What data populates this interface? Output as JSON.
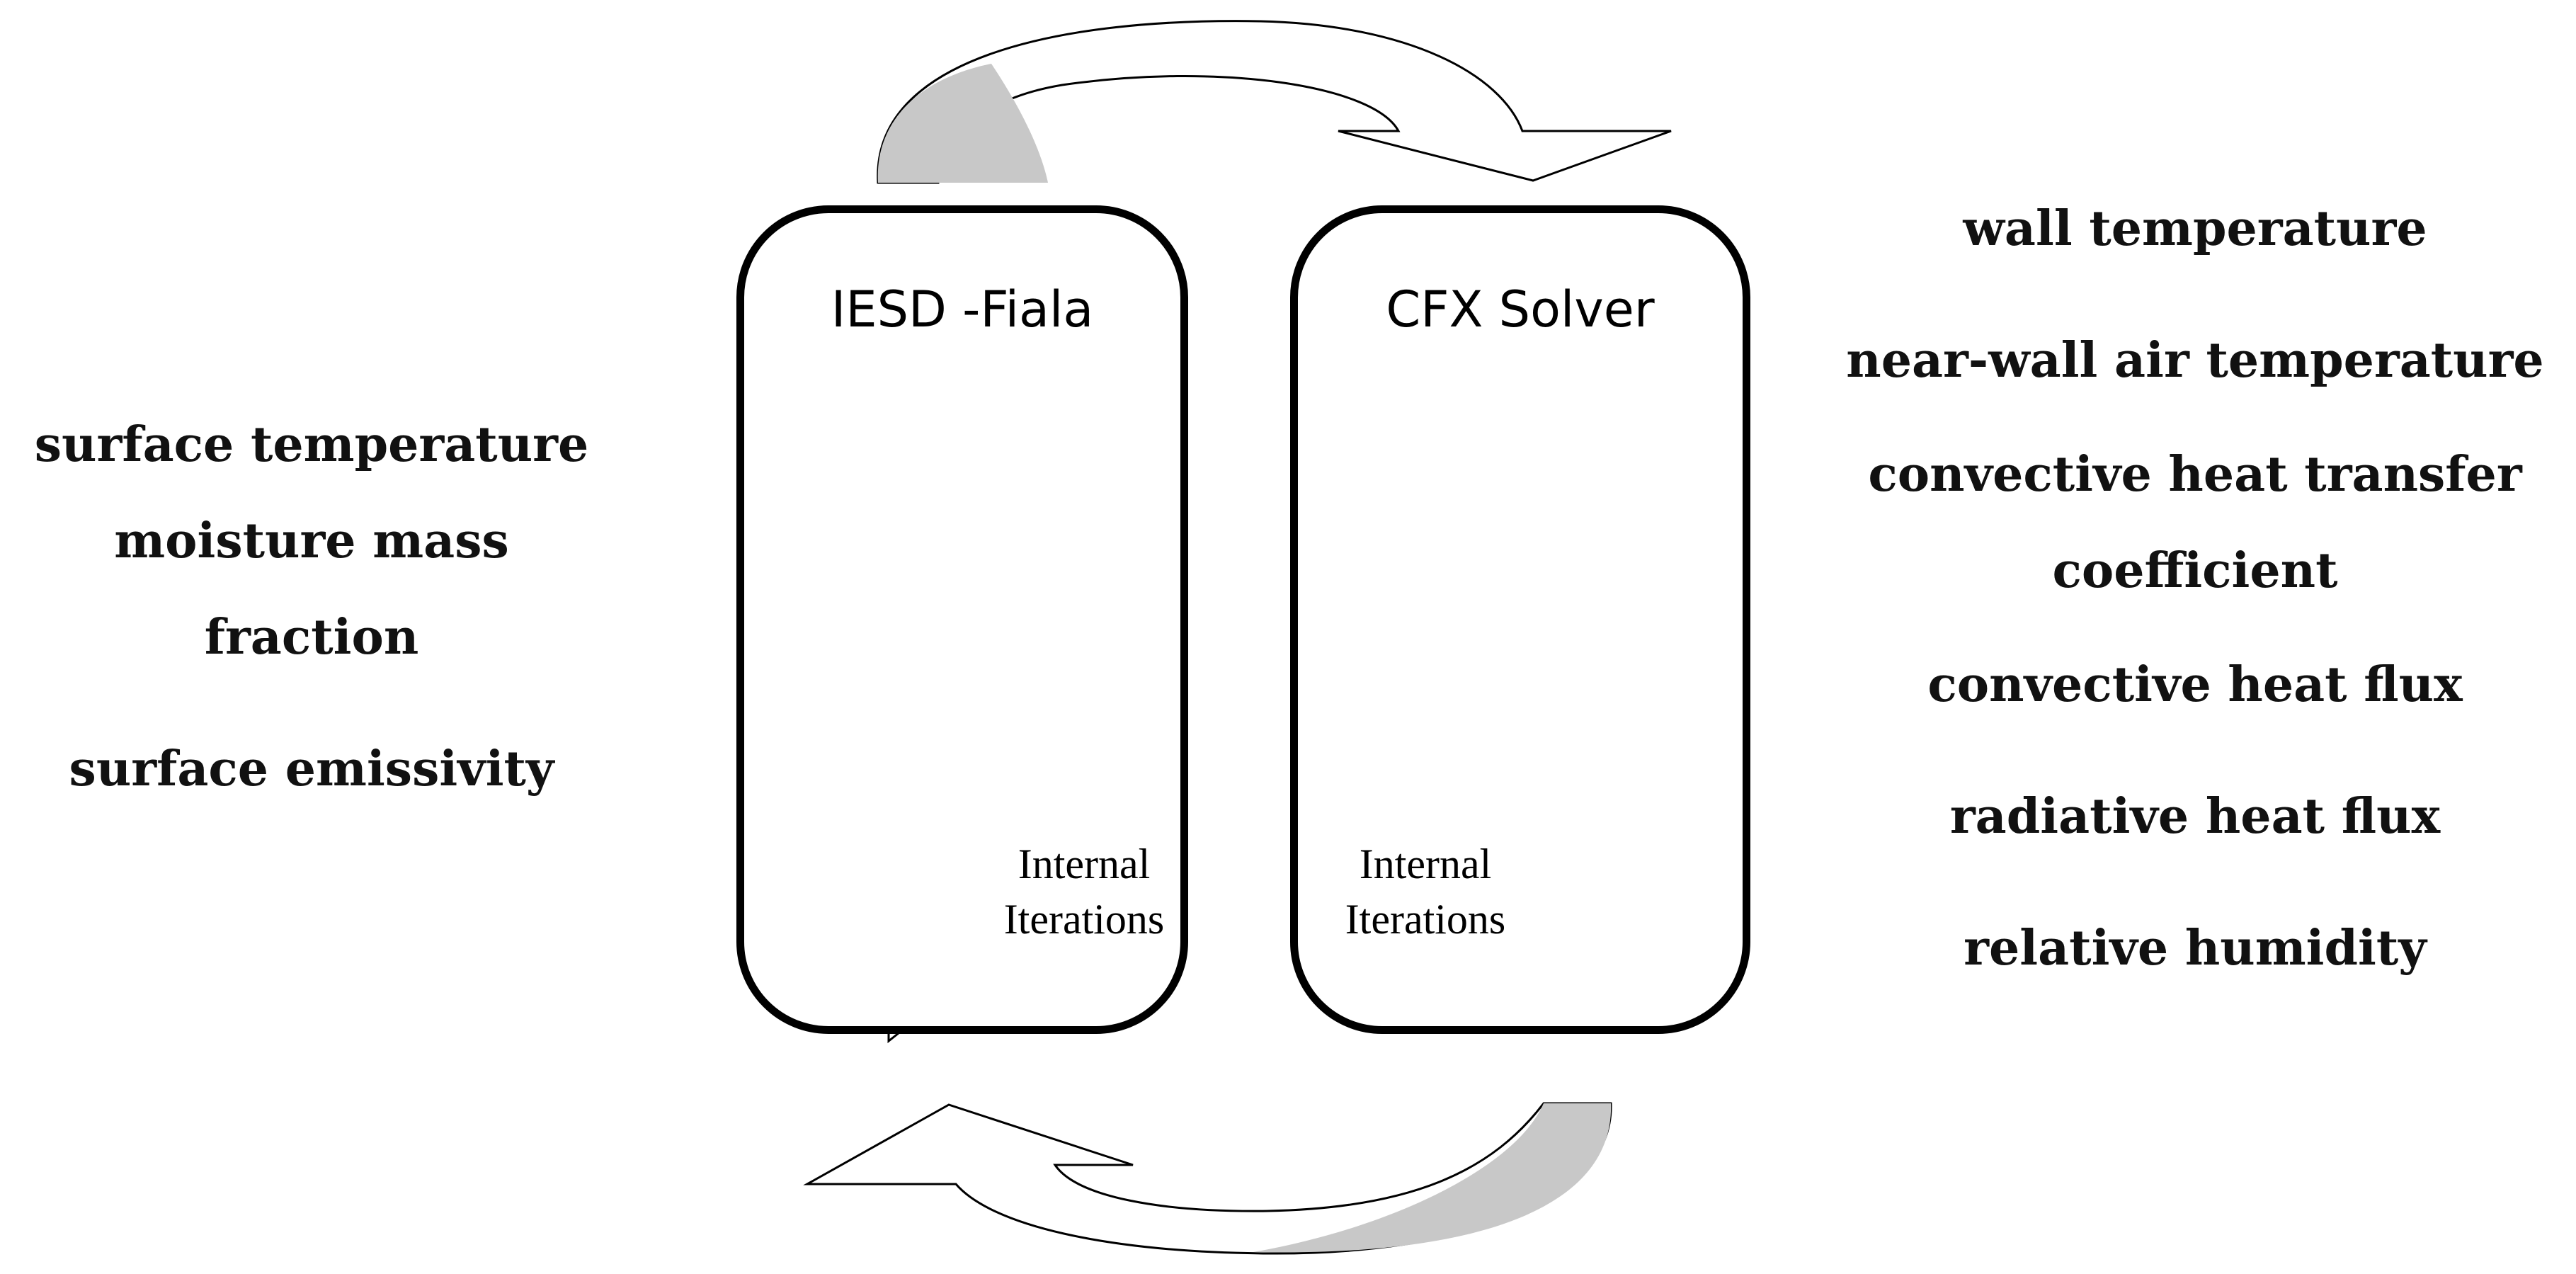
{
  "left_box": {
    "title": "IESD  -Fiala",
    "internal_label_1": "Internal",
    "internal_label_2": "Iterations"
  },
  "right_box": {
    "title": "CFX Solver",
    "internal_label_1": "Internal",
    "internal_label_2": "Iterations"
  },
  "left_variables": [
    "surface temperature",
    "moisture mass",
    "fraction",
    "surface emissivity"
  ],
  "right_variables": [
    "wall temperature",
    "near-wall air temperature",
    "convective heat transfer",
    "coefficient",
    "convective heat flux",
    "radiative heat flux",
    "relative humidity"
  ],
  "colors": {
    "box_border": "#000000",
    "arrow_shade": "#c8c8c8",
    "body_pink": "#f4a6b4",
    "vessel_red": "#d81e2a",
    "cfd_blue": "#1e7ee8",
    "cfd_cyan": "#21d8ea",
    "cfd_green": "#5ee24a",
    "mannequin_orange": "#e8721e"
  },
  "icons": [
    "human-thermoregulation-figure",
    "cfd-mannequin-image",
    "cycle-arrow-icon"
  ]
}
